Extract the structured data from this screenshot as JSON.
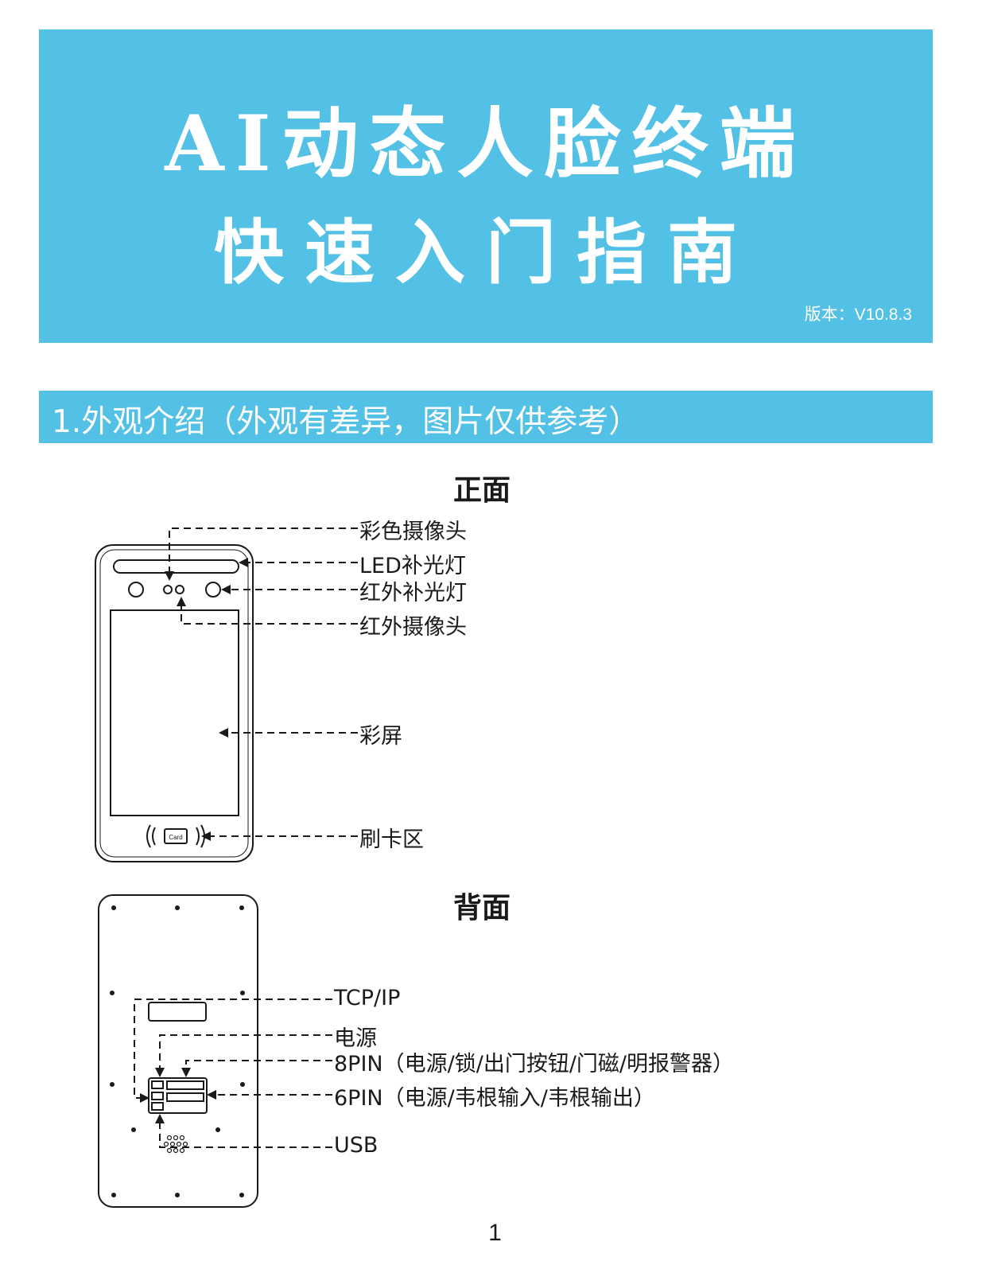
{
  "banner": {
    "title_line1": "AI动态人脸终端",
    "title_line2": "快速入门指南",
    "version": "版本：V10.8.3",
    "background": "#52c1e5"
  },
  "section": {
    "heading": "1.外观介绍（外观有差异，图片仅供参考）"
  },
  "front": {
    "label": "正面",
    "callouts": {
      "color_camera": "彩色摄像头",
      "led_light": "LED补光灯",
      "ir_light": "红外补光灯",
      "ir_camera": "红外摄像头",
      "screen": "彩屏",
      "card_area": "刷卡区"
    },
    "card_text": "Card"
  },
  "back": {
    "label": "背面",
    "callouts": {
      "tcp_ip": "TCP/IP",
      "power": "电源",
      "pin8": "8PIN（电源/锁/出门按钮/门磁/明报警器）",
      "pin6": "6PIN（电源/韦根输入/韦根输出）",
      "usb": "USB"
    }
  },
  "page_number": "1"
}
